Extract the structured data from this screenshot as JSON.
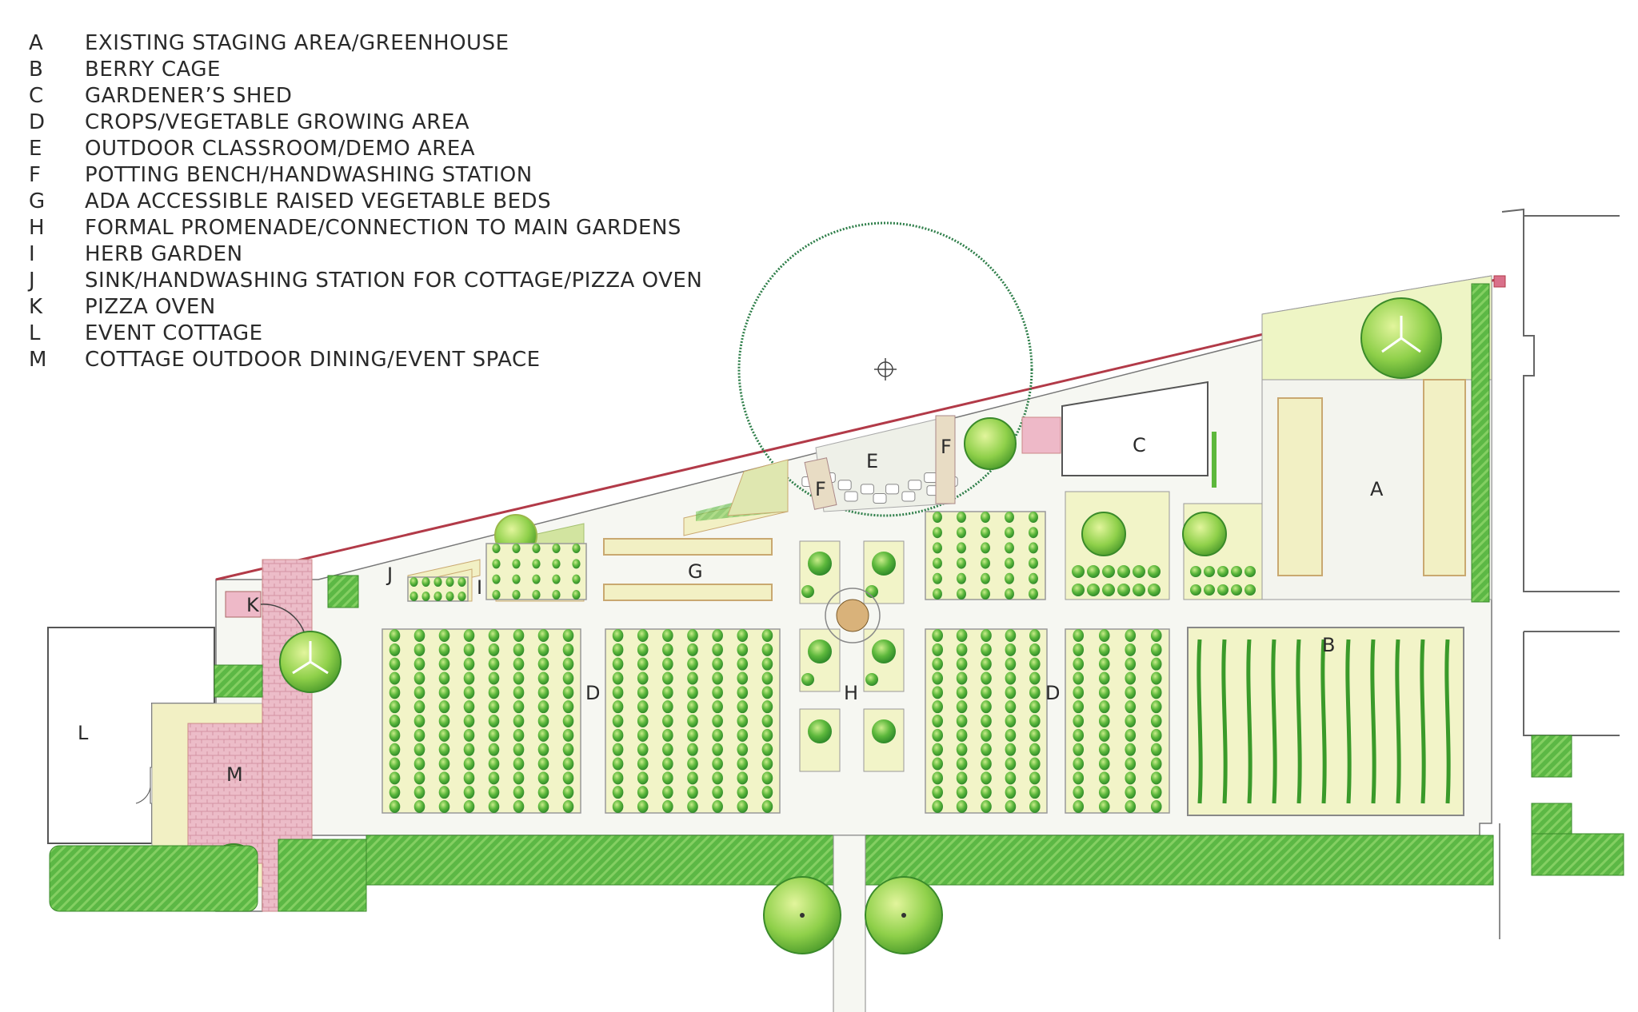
{
  "legend": [
    {
      "key": "A",
      "label": "EXISTING STAGING AREA/GREENHOUSE"
    },
    {
      "key": "B",
      "label": "BERRY CAGE"
    },
    {
      "key": "C",
      "label": "GARDENER’S SHED"
    },
    {
      "key": "D",
      "label": "CROPS/VEGETABLE GROWING AREA"
    },
    {
      "key": "E",
      "label": "OUTDOOR CLASSROOM/DEMO AREA"
    },
    {
      "key": "F",
      "label": "POTTING BENCH/HANDWASHING STATION"
    },
    {
      "key": "G",
      "label": "ADA ACCESSIBLE RAISED VEGETABLE BEDS"
    },
    {
      "key": "H",
      "label": "FORMAL PROMENADE/CONNECTION TO MAIN GARDENS"
    },
    {
      "key": "I",
      "label": "HERB GARDEN"
    },
    {
      "key": "J",
      "label": "SINK/HANDWASHING STATION FOR COTTAGE/PIZZA OVEN"
    },
    {
      "key": "K",
      "label": "PIZZA OVEN"
    },
    {
      "key": "L",
      "label": "EVENT COTTAGE"
    },
    {
      "key": "M",
      "label": "COTTAGE OUTDOOR DINING/EVENT SPACE"
    }
  ],
  "map_labels": {
    "a": "A",
    "b": "B",
    "c": "C",
    "d1": "D",
    "d2": "D",
    "e": "E",
    "f1": "F",
    "f2": "F",
    "g": "G",
    "h": "H",
    "i": "I",
    "j": "J",
    "k": "K",
    "l": "L",
    "m": "M"
  },
  "colors": {
    "hedge": "#4fae3a",
    "hedge_light": "#8fd06a",
    "lawn": "#f1f6c9",
    "path": "#f4f5ef",
    "plant": "#5db83c",
    "plant_light": "#a6dc6e",
    "brick": "#e9b8c4",
    "outline": "#555555",
    "fence": "#b23a48",
    "tree_canopy": "#2f7f4a"
  }
}
